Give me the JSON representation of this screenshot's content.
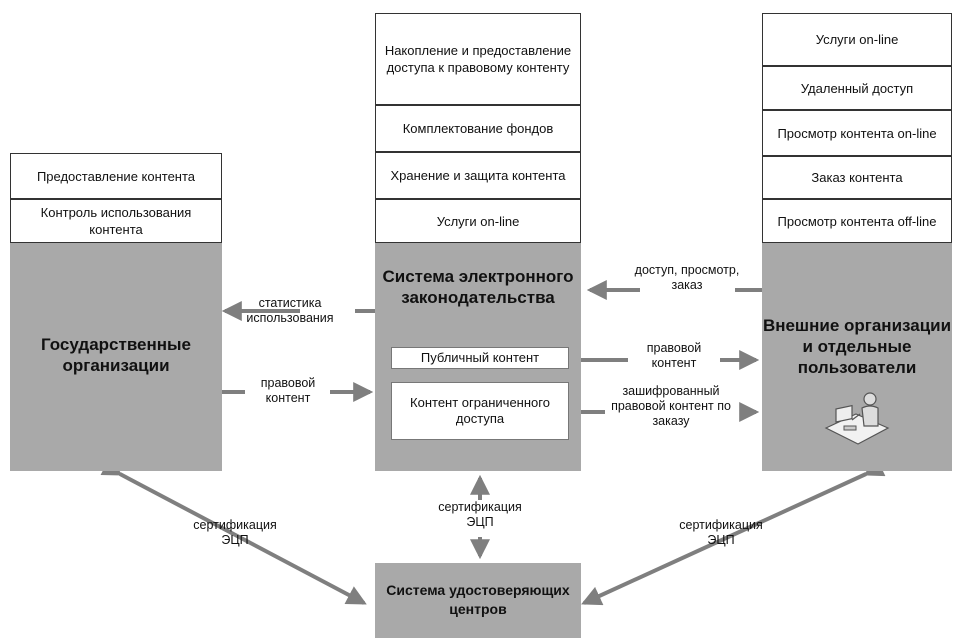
{
  "left": {
    "boxes": [
      "Предоставление контента",
      "Контроль использования контента"
    ],
    "title": "Государственные организации"
  },
  "center": {
    "boxes": [
      "Накопление и предоставление доступа к правовому контенту",
      "Комплектование фондов",
      "Хранение и защита контента",
      "Услуги on-line"
    ],
    "title": "Система электронного законодательства",
    "public_content": "Публичный контент",
    "restricted_content": "Контент ограниченного доступа"
  },
  "right": {
    "boxes": [
      "Услуги on-line",
      "Удаленный доступ",
      "Просмотр контента on-line",
      "Заказ контента",
      "Просмотр контента off-line"
    ],
    "title": "Внешние организации и отдельные пользователи",
    "icon": "user-at-computer-icon"
  },
  "bottom": {
    "title": "Система удостоверяющих центров"
  },
  "arrows": {
    "usage_stats": "статистика использования",
    "legal_content_in": "правовой контент",
    "access": "доступ, просмотр, заказ",
    "legal_content_out": "правовой контент",
    "encrypted": "зашифрованный правовой контент по заказу",
    "cert_left": "сертификация ЭЦП",
    "cert_center": "сертификация ЭЦП",
    "cert_right": "сертификация ЭЦП"
  },
  "colors": {
    "block_fill": "#a9a9a9",
    "arrow": "#7f7f7f"
  }
}
